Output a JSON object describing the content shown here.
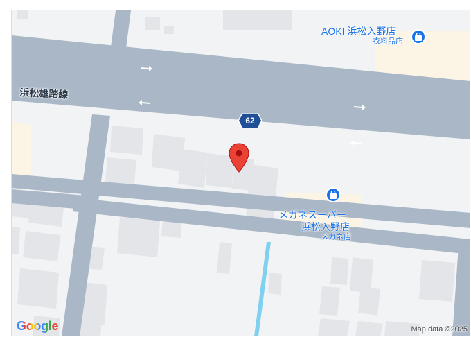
{
  "map": {
    "road_name": "浜松雄踏線",
    "route_number": "62",
    "pois": [
      {
        "name": "AOKI 浜松入野店",
        "category": "衣料品店",
        "icon": "shopping-bag-icon"
      },
      {
        "name_line1": "メガネスーパー",
        "name_line2": "浜松入野店",
        "category": "メガネ店",
        "icon": "shopping-bag-icon"
      }
    ],
    "marker": {
      "icon": "location-pin-icon",
      "color": "#ea4335"
    }
  },
  "footer": {
    "logo_text": "Google",
    "attribution": "Map data ©2025"
  },
  "colors": {
    "road": "#aab7c6",
    "block": "#f1f3f4",
    "building": "#e3e5e9",
    "commercial": "#fcf4e5",
    "waterway": "#7fd0f1",
    "poi": "#1a73e8"
  }
}
